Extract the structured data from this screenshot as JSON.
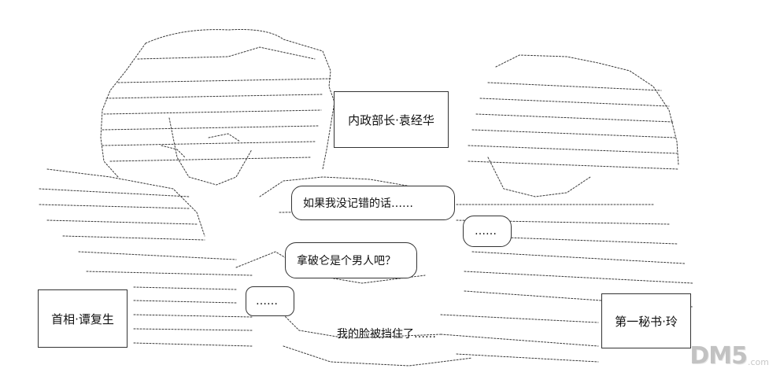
{
  "scene": {
    "type": "ascii-art-comic-panel",
    "background_color": "#ffffff",
    "ink_color": "#111111"
  },
  "labels": {
    "interior_minister": "内政部长·袁经华",
    "prime_minister": "首相·谭复生",
    "first_secretary": "第一秘书·玲"
  },
  "dialogue": {
    "line1": "如果我没记错的话……",
    "ellipsis_right": "……",
    "line2": "拿破仑是个男人吧？",
    "ellipsis_left": "……",
    "line3": "我的脸被挡住了……"
  },
  "watermark": {
    "main": "DM5",
    "sub": ".com"
  }
}
